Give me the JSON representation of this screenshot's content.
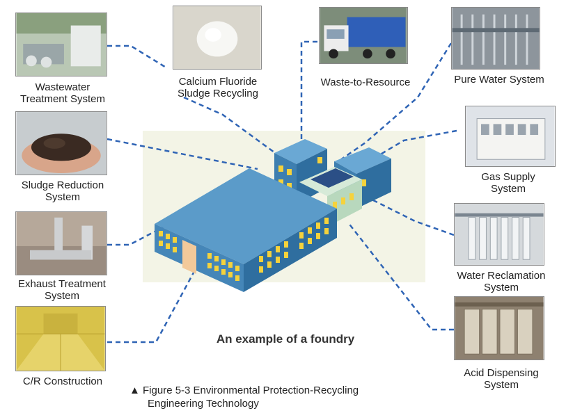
{
  "systems": {
    "wastewater": {
      "line1": "Wastewater",
      "line2": "Treatment System"
    },
    "calcium": {
      "line1": "Calcium Fluoride",
      "line2": "Sludge Recycling"
    },
    "waste": {
      "line1": "Waste-to-Resource"
    },
    "pure": {
      "line1": "Pure Water System"
    },
    "sludge": {
      "line1": "Sludge Reduction",
      "line2": "System"
    },
    "gas": {
      "line1": "Gas Supply",
      "line2": "System"
    },
    "exhaust": {
      "line1": "Exhaust Treatment",
      "line2": "System"
    },
    "reclaim": {
      "line1": "Water Reclamation",
      "line2": "System"
    },
    "cr": {
      "line1": "C/R Construction"
    },
    "acid": {
      "line1": "Acid Dispensing",
      "line2": "System"
    }
  },
  "center_caption": "An example of a foundry",
  "figure_caption": {
    "line1": "▲ Figure 5-3 Environmental Protection-Recycling",
    "line2": "Engineering Technology"
  },
  "colors": {
    "connector": "#2f64b5",
    "roof": "#5b9bc9",
    "wall": "#3d7fb0",
    "window": "#f5d23c",
    "panel": "#f3f4e6"
  }
}
